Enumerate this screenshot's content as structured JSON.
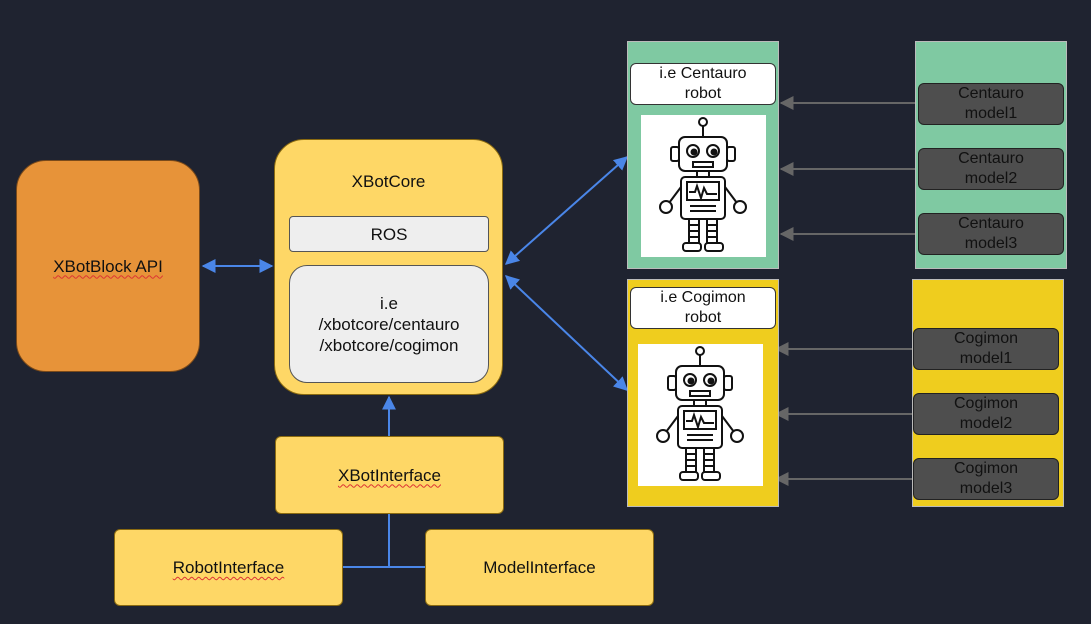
{
  "api_label": "XBotBlock API",
  "core": {
    "title": "XBotCore",
    "ros_label": "ROS",
    "topics": [
      "i.e",
      "/xbotcore/centauro",
      "/xbotcore/cogimon"
    ]
  },
  "xbot_interface_label": "XBotInterface",
  "robot_interface_label": "RobotInterface",
  "model_interface_label": "ModelInterface",
  "centauro": {
    "title_line1": "i.e Centauro",
    "title_line2": "robot",
    "models": [
      {
        "line1": "Centauro",
        "line2": "model1"
      },
      {
        "line1": "Centauro",
        "line2": "model2"
      },
      {
        "line1": "Centauro",
        "line2": "model3"
      }
    ]
  },
  "cogimon": {
    "title_line1": "i.e Cogimon",
    "title_line2": "robot",
    "models": [
      {
        "line1": "Cogimon",
        "line2": "model1"
      },
      {
        "line1": "Cogimon",
        "line2": "model2"
      },
      {
        "line1": "Cogimon",
        "line2": "model3"
      }
    ]
  },
  "colors": {
    "background": "#1f2330",
    "api_box": "#e79339",
    "core_box": "#fed766",
    "centauro_panel": "#7fc9a2",
    "cogimon_panel": "#efcd1e",
    "model_box": "#4e4e4e",
    "blue_arrow": "#4a86e8",
    "gray_arrow": "#666666"
  },
  "icons": [
    "robot-illustration"
  ]
}
